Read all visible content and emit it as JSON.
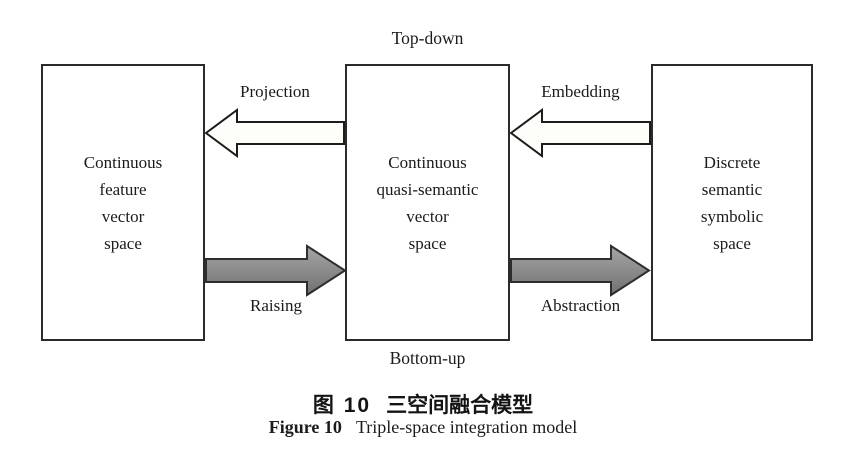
{
  "figure": {
    "top_label": "Top-down",
    "bottom_label": "Bottom-up",
    "boxes": {
      "left": {
        "lines": [
          "Continuous",
          "feature",
          "vector",
          "space"
        ]
      },
      "middle": {
        "lines": [
          "Continuous",
          "quasi-semantic",
          "vector",
          "space"
        ]
      },
      "right": {
        "lines": [
          "Discrete",
          "semantic",
          "symbolic",
          "space"
        ]
      }
    },
    "arrows": {
      "projection": {
        "label": "Projection",
        "direction": "left",
        "style": "outline"
      },
      "embedding": {
        "label": "Embedding",
        "direction": "left",
        "style": "outline"
      },
      "raising": {
        "label": "Raising",
        "direction": "right",
        "style": "filled"
      },
      "abstraction": {
        "label": "Abstraction",
        "direction": "right",
        "style": "filled"
      }
    },
    "colors": {
      "box_border": "#2b2b2b",
      "outline_arrow_fill": "#fdfdfa",
      "filled_arrow_top": "#a6a6a6",
      "filled_arrow_bottom": "#717171",
      "text": "#1b1b1b"
    }
  },
  "caption": {
    "zh_label": "图 10",
    "zh_title": "三空间融合模型",
    "en_label": "Figure 10",
    "en_title": "Triple-space integration model"
  }
}
